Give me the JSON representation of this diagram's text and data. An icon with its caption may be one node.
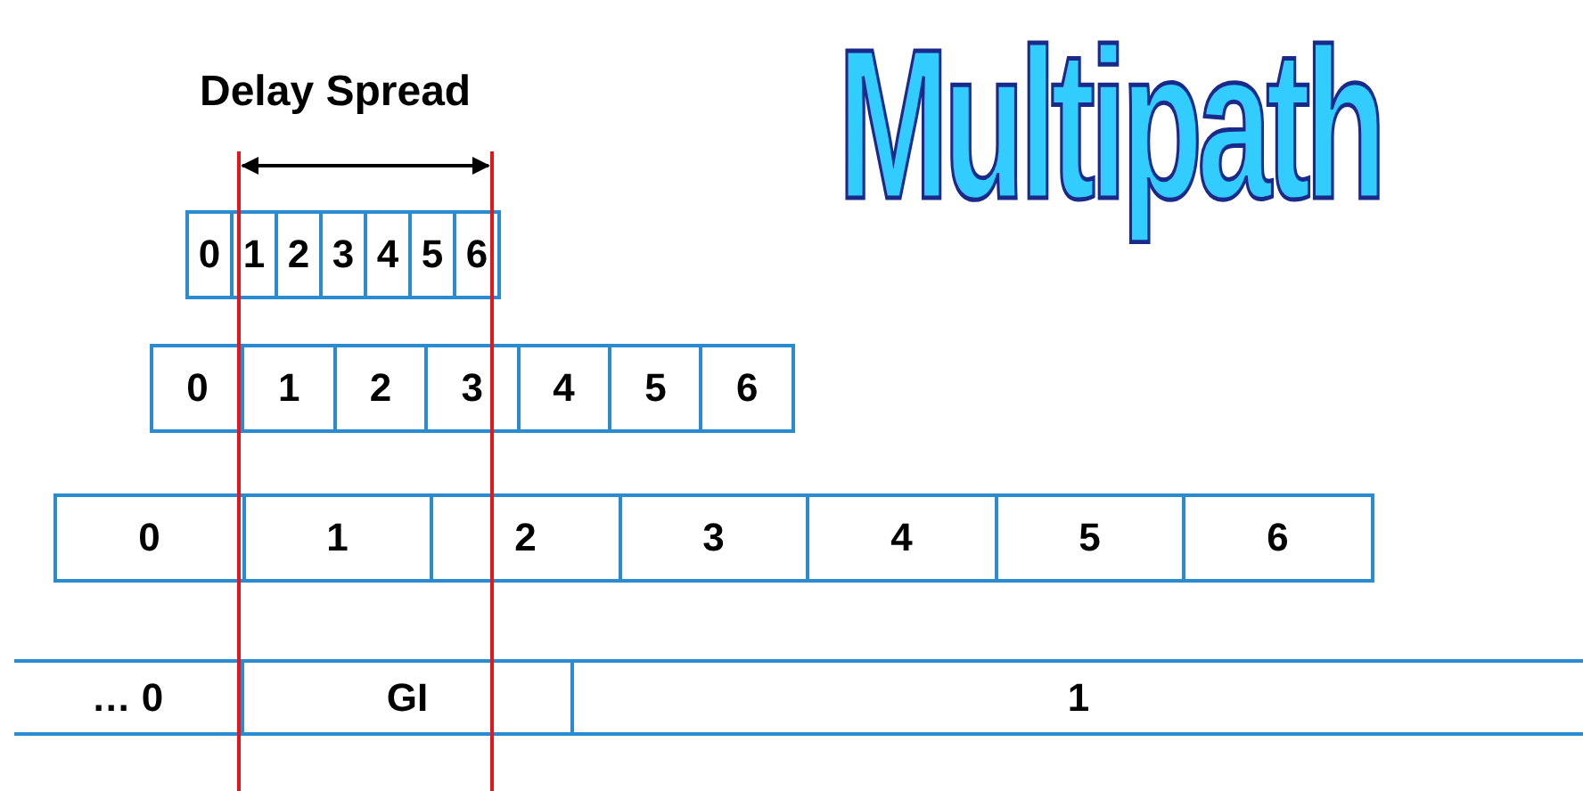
{
  "diagram": {
    "title": "Multipath",
    "nodes": [
      {
        "text": [
          "0"
        ]
      },
      {
        "text": [
          "1"
        ]
      },
      {
        "text": [
          "2"
        ]
      },
      {
        "text": [
          "3"
        ]
      },
      {
        "text": [
          "4"
        ]
      },
      {
        "text": [
          "5"
        ]
      },
      {
        "text": [
          "6"
        ]
      },
      {
        "text": [
          "0"
        ]
      },
      {
        "text": [
          "1"
        ]
      },
      {
        "text": [
          "2"
        ]
      },
      {
        "text": [
          "3"
        ]
      },
      {
        "text": [
          "4"
        ]
      },
      {
        "text": [
          "5"
        ]
      },
      {
        "text": [
          "6"
        ]
      },
      {
        "text": [
          "0"
        ]
      },
      {
        "text": [
          "1"
        ]
      },
      {
        "text": [
          "2"
        ]
      },
      {
        "text": [
          "3"
        ]
      },
      {
        "text": [
          "4"
        ]
      },
      {
        "text": [
          "5"
        ]
      },
      {
        "text": [
          "6"
        ]
      },
      {
        "text": [
          "… 0"
        ]
      },
      {
        "text": [
          "GI"
        ]
      },
      {
        "text": [
          "1"
        ]
      }
    ],
    "edges": [],
    "labels": [
      "Delay Spread"
    ]
  }
}
